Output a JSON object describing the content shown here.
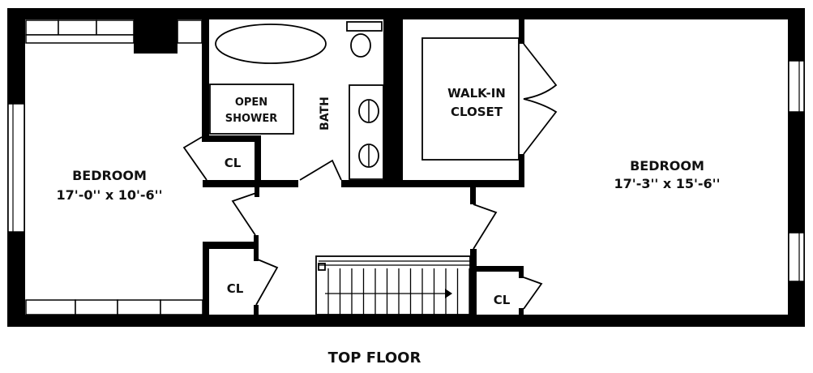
{
  "title": "TOP FLOOR",
  "rooms": {
    "bedroom_left": {
      "name": "BEDROOM",
      "dimensions": "17'-0'' x 10'-6''"
    },
    "bedroom_right": {
      "name": "BEDROOM",
      "dimensions": "17'-3'' x 15'-6''"
    },
    "bath": {
      "name": "BATH"
    },
    "open_shower": {
      "line1": "OPEN",
      "line2": "SHOWER"
    },
    "walk_in_closet": {
      "line1": "WALK-IN",
      "line2": "CLOSET"
    },
    "closet_upper": {
      "name": "CL"
    },
    "closet_lower_left": {
      "name": "CL"
    },
    "closet_lower_right": {
      "name": "CL"
    }
  }
}
